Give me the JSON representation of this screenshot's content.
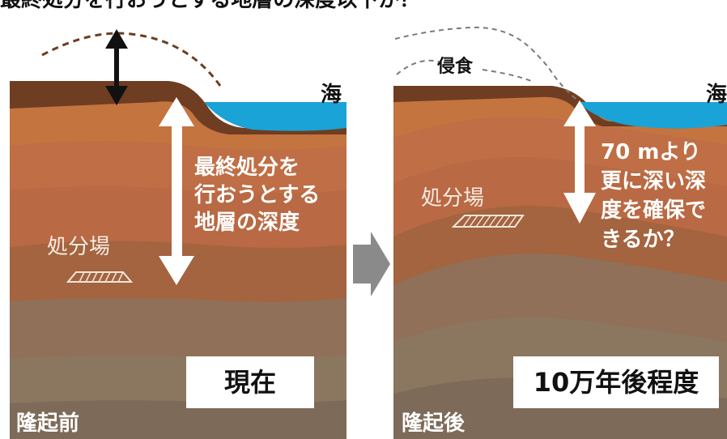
{
  "title": "最終処分を行おうとする地層の深度以下か？",
  "left_panel": {
    "sea_label": "海",
    "depth_label_lines": [
      "最終処分を",
      "行おうとする",
      "地層の深度"
    ],
    "repository_label": "処分場",
    "time_label": "現在",
    "state_label": "隆起前"
  },
  "right_panel": {
    "erosion_label": "侵食",
    "sea_label": "海",
    "depth_label_lines": [
      "70 mより",
      "更に深い深",
      "度を確保で",
      "きるか？"
    ],
    "repository_label": "処分場",
    "time_label": "10万年後程度",
    "state_label": "隆起後"
  },
  "colors": {
    "sea": "#1aa3d6",
    "topsoil": "#7a4527",
    "layer_orange": "#c87a4e",
    "layer_brown": "#8e5c3e",
    "layer_gray": "#8b7a63",
    "arrow_gray": "#8a8a8a"
  }
}
